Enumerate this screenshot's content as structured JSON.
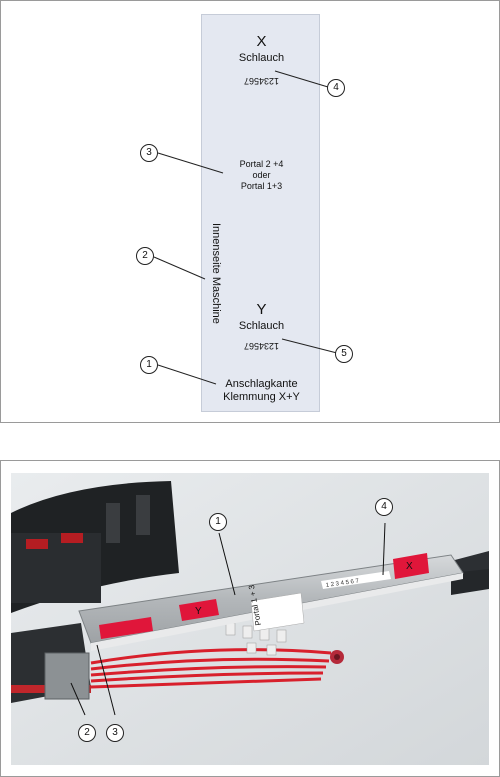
{
  "sticker": {
    "x_letter": "X",
    "x_label": "Schlauch",
    "x_digits": "1234567",
    "portal_line1": "Portal 2 +4",
    "portal_line2": "oder",
    "portal_line3": "Portal 1+3",
    "inside_label": "Innenseite Maschine",
    "y_letter": "Y",
    "y_label": "Schlauch",
    "y_digits": "1234567",
    "stop_line1": "Anschlagkante",
    "stop_line2": "Klemmung X+Y"
  },
  "top_callouts": [
    "4",
    "3",
    "2",
    "5",
    "1"
  ],
  "photo": {
    "callouts": [
      "1",
      "4",
      "2",
      "3"
    ],
    "plate_portal_text": "Portal 1 + 3",
    "plate_x_letter": "X",
    "plate_y_letter": "Y",
    "plate_digits": "1 2 3 4 5 6 7"
  },
  "colors": {
    "sticker_fill": "#e4e8f1",
    "label_red": "#e0163a",
    "cable_red": "#d8202c"
  }
}
